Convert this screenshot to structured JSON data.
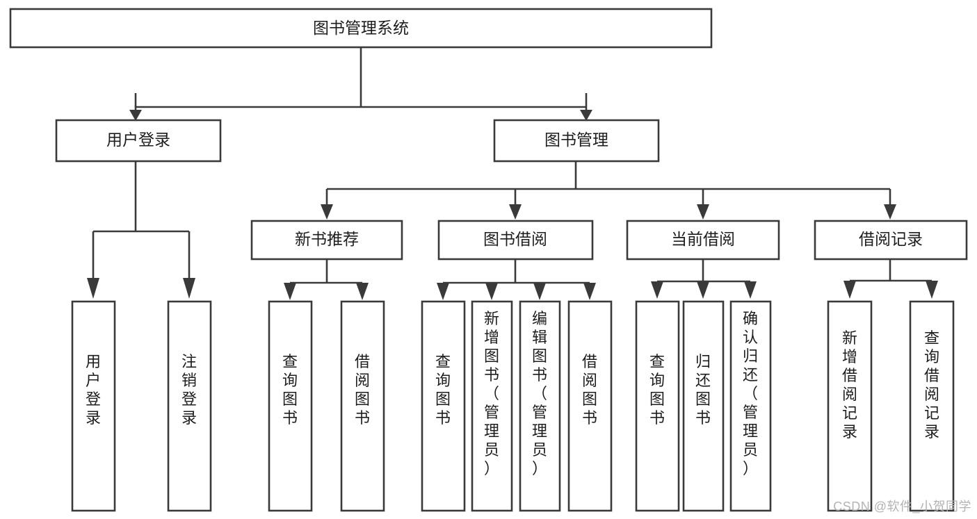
{
  "diagram": {
    "type": "tree",
    "title": "图书管理系统",
    "watermark": "CSDN @软件_小贺同学",
    "colors": {
      "background": "#ffffff",
      "stroke": "#3a3a3a",
      "box_fill": "#ffffff",
      "text": "#1d1d1d",
      "watermark": "#b3b3b3"
    },
    "nodes": {
      "root": {
        "label": "图书管理系统",
        "orientation": "horizontal"
      },
      "level1": [
        {
          "id": "user-login",
          "label": "用户登录",
          "orientation": "horizontal"
        },
        {
          "id": "book-management",
          "label": "图书管理",
          "orientation": "horizontal"
        }
      ],
      "level2": [
        {
          "id": "new-book-recommend",
          "label": "新书推荐",
          "orientation": "horizontal",
          "parent": "book-management"
        },
        {
          "id": "book-borrow",
          "label": "图书借阅",
          "orientation": "horizontal",
          "parent": "book-management"
        },
        {
          "id": "current-borrow",
          "label": "当前借阅",
          "orientation": "horizontal",
          "parent": "book-management"
        },
        {
          "id": "borrow-record",
          "label": "借阅记录",
          "orientation": "horizontal",
          "parent": "book-management"
        }
      ],
      "leaves": [
        {
          "id": "leaf-user-login",
          "label": "用户登录",
          "orientation": "vertical",
          "parent": "user-login"
        },
        {
          "id": "leaf-logout",
          "label": "注销登录",
          "orientation": "vertical",
          "parent": "user-login"
        },
        {
          "id": "leaf-query-book-1",
          "label": "查询图书",
          "orientation": "vertical",
          "parent": "new-book-recommend"
        },
        {
          "id": "leaf-borrow-book-1",
          "label": "借阅图书",
          "orientation": "vertical",
          "parent": "new-book-recommend"
        },
        {
          "id": "leaf-query-book-2",
          "label": "查询图书",
          "orientation": "vertical",
          "parent": "book-borrow"
        },
        {
          "id": "leaf-add-book",
          "label": "新增图书（管理员）",
          "orientation": "vertical",
          "parent": "book-borrow"
        },
        {
          "id": "leaf-edit-book",
          "label": "编辑图书（管理员）",
          "orientation": "vertical",
          "parent": "book-borrow"
        },
        {
          "id": "leaf-borrow-book-2",
          "label": "借阅图书",
          "orientation": "vertical",
          "parent": "book-borrow"
        },
        {
          "id": "leaf-query-book-3",
          "label": "查询图书",
          "orientation": "vertical",
          "parent": "current-borrow"
        },
        {
          "id": "leaf-return-book",
          "label": "归还图书",
          "orientation": "vertical",
          "parent": "current-borrow"
        },
        {
          "id": "leaf-confirm-return",
          "label": "确认归还（管理员）",
          "orientation": "vertical",
          "parent": "current-borrow"
        },
        {
          "id": "leaf-add-record",
          "label": "新增借阅记录",
          "orientation": "vertical",
          "parent": "borrow-record"
        },
        {
          "id": "leaf-query-record",
          "label": "查询借阅记录",
          "orientation": "vertical",
          "parent": "borrow-record"
        }
      ]
    }
  }
}
